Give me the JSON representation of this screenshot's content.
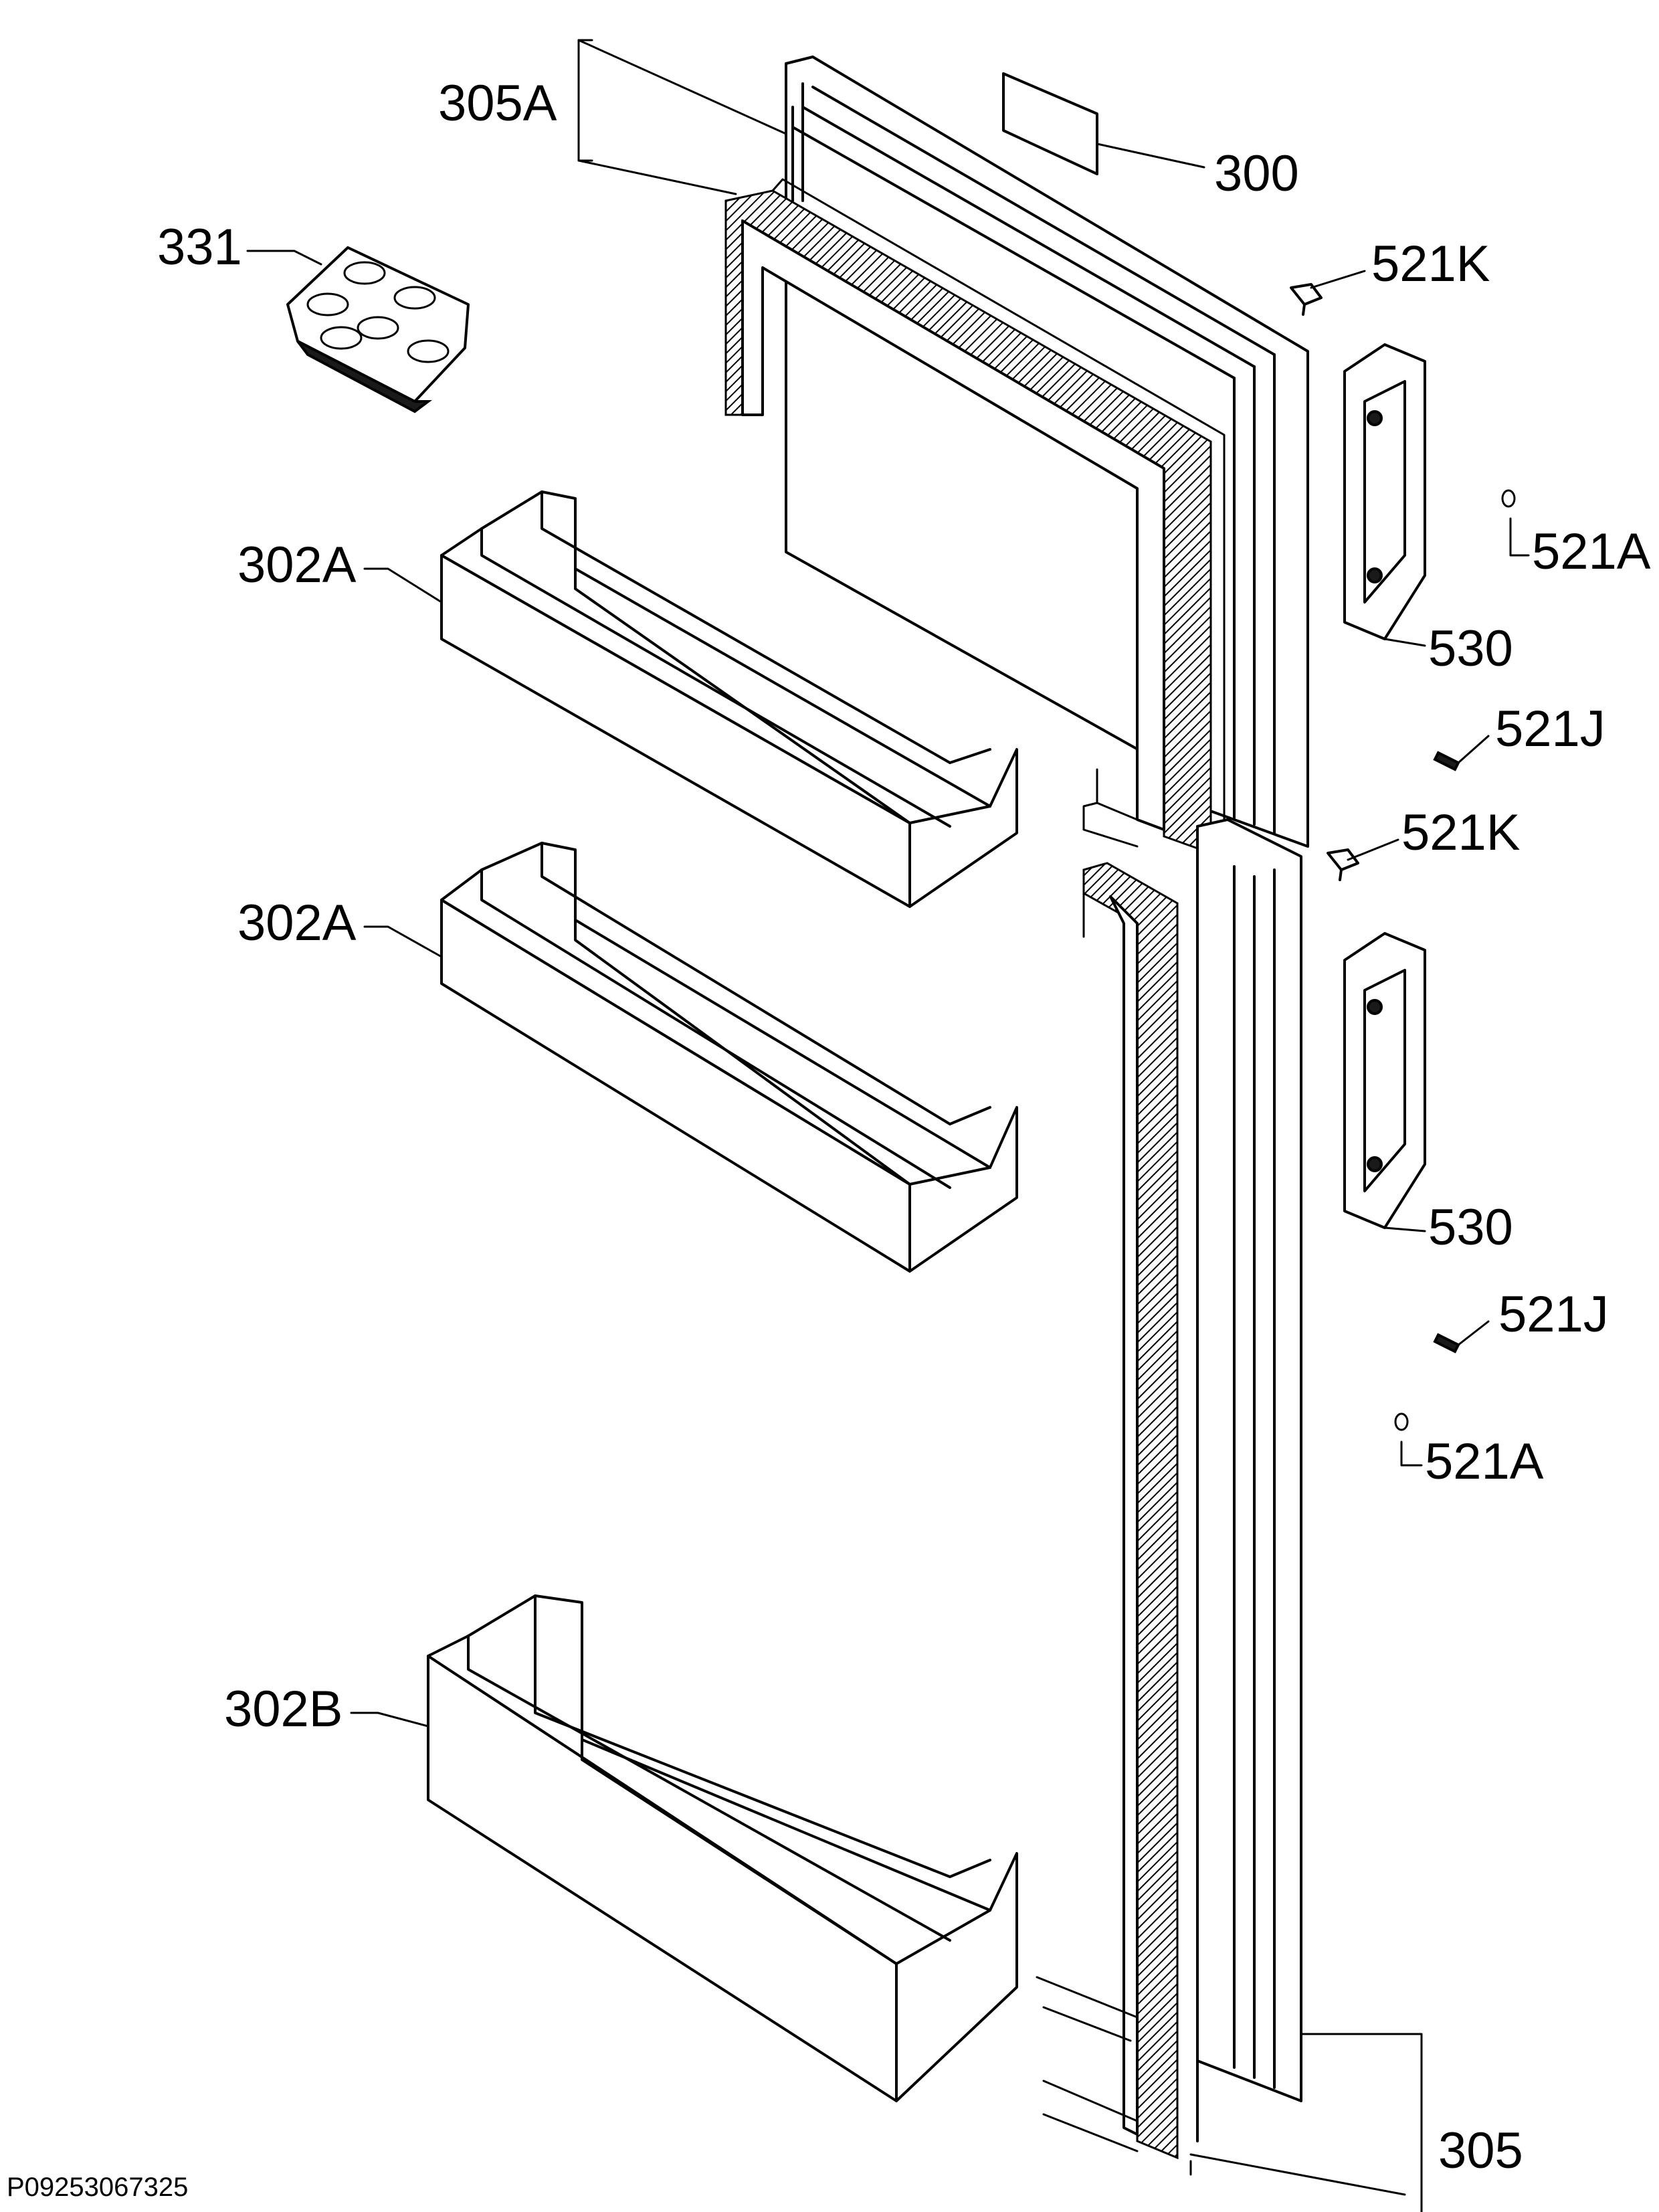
{
  "diagram": {
    "drawing_code": "P09253067325",
    "callouts": [
      {
        "id": "305A",
        "text": "305A"
      },
      {
        "id": "300",
        "text": "300"
      },
      {
        "id": "331",
        "text": "331"
      },
      {
        "id": "521K-upper",
        "text": "521K"
      },
      {
        "id": "521A-upper",
        "text": "521A"
      },
      {
        "id": "530-upper",
        "text": "530"
      },
      {
        "id": "521J-upper",
        "text": "521J"
      },
      {
        "id": "521K-lower",
        "text": "521K"
      },
      {
        "id": "302A-upper",
        "text": "302A"
      },
      {
        "id": "302A-lower",
        "text": "302A"
      },
      {
        "id": "530-lower",
        "text": "530"
      },
      {
        "id": "521J-lower",
        "text": "521J"
      },
      {
        "id": "521A-lower",
        "text": "521A"
      },
      {
        "id": "302B",
        "text": "302B"
      },
      {
        "id": "305",
        "text": "305"
      }
    ]
  },
  "colors": {
    "line": "#000000",
    "background": "#ffffff"
  }
}
